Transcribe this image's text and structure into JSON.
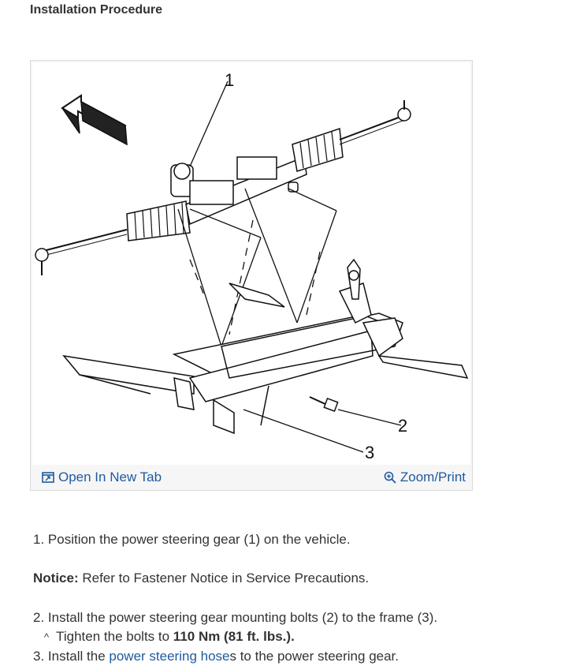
{
  "page": {
    "heading": "Installation Procedure"
  },
  "figure": {
    "open_label": "Open In New Tab",
    "zoom_label": "Zoom/Print",
    "callouts": [
      "1",
      "2",
      "3"
    ],
    "icons": {
      "open": "open-new-tab-icon",
      "zoom": "zoom-magnifier-icon"
    },
    "link_color": "#1f5a9e"
  },
  "steps": {
    "step1": "1. Position the power steering gear (1) on the vehicle.",
    "notice_label": "Notice:",
    "notice_text": " Refer to Fastener Notice in Service Precautions.",
    "step2": "2. Install the power steering gear mounting bolts (2) to the frame (3).",
    "bullet": "^",
    "tighten_prefix": "Tighten the bolts to ",
    "tighten_value": "110 Nm (81 ft. lbs.).",
    "step3_prefix": "3. Install the ",
    "step3_link": "power steering hose",
    "step3_suffix": "s to the power steering gear."
  }
}
